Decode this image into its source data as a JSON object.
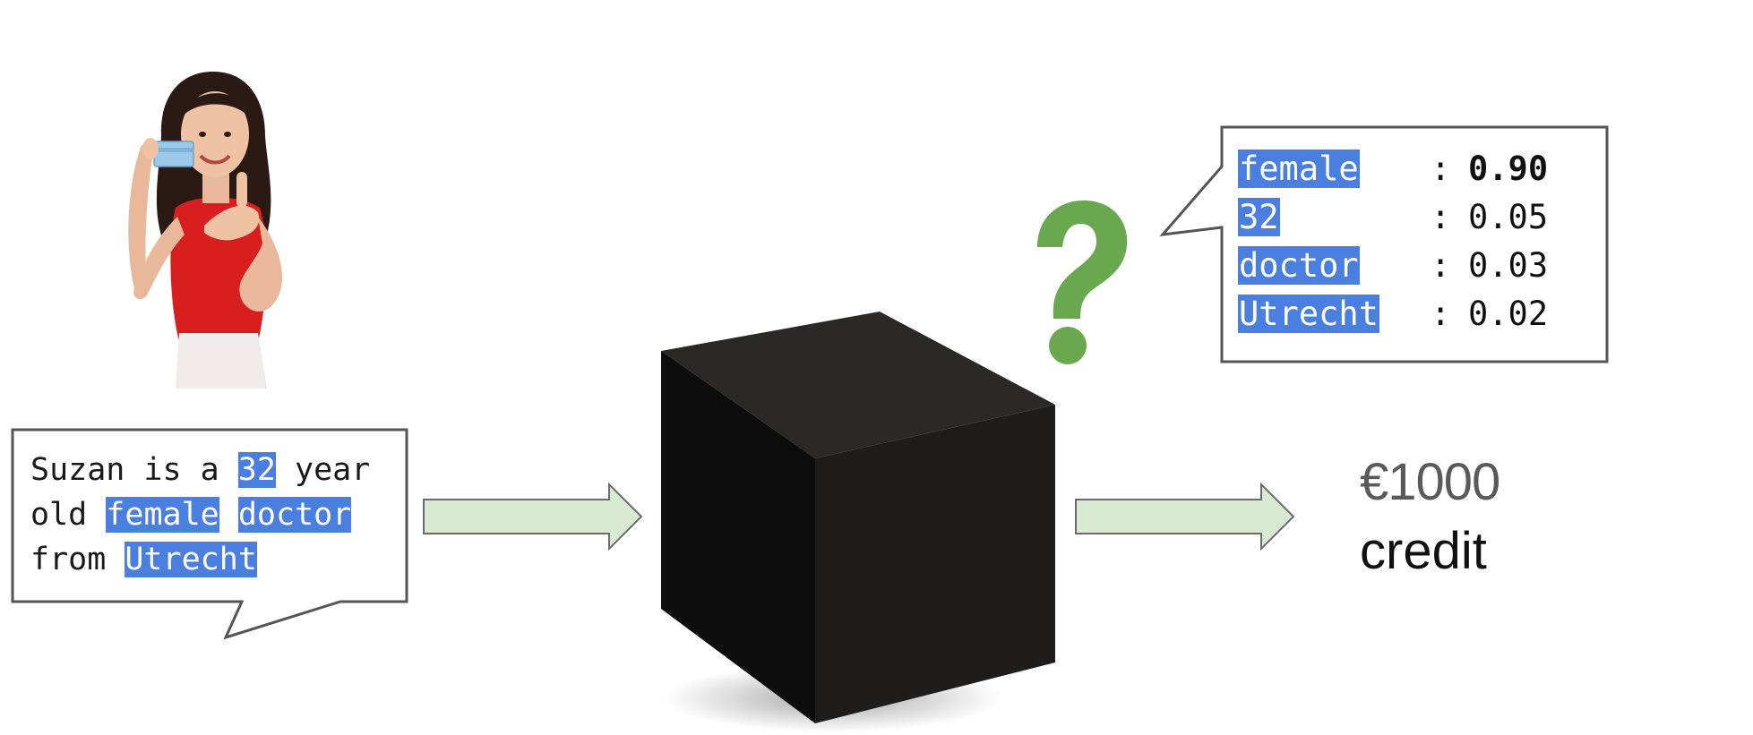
{
  "input_bubble": {
    "line1": {
      "pre": "Suzan is a ",
      "age": "32",
      "post": " year"
    },
    "line2": {
      "pre": "old ",
      "gender": "female",
      "mid": " ",
      "job": "doctor"
    },
    "line3": {
      "pre": "from ",
      "city": "Utrecht"
    }
  },
  "model": {
    "icon": "black-box-cube-icon",
    "unknown_icon": "question-mark-icon"
  },
  "attributions": [
    {
      "feature": "female",
      "sep": ":",
      "score": "0.90",
      "emphasis": true
    },
    {
      "feature": "32",
      "sep": ":",
      "score": "0.05",
      "emphasis": false
    },
    {
      "feature": "doctor",
      "sep": ":",
      "score": "0.03",
      "emphasis": false
    },
    {
      "feature": "Utrecht",
      "sep": ":",
      "score": "0.02",
      "emphasis": false
    }
  ],
  "output": {
    "amount": "€1000",
    "label": "credit"
  },
  "colors": {
    "highlight": "#4a7fe0",
    "arrow_fill": "#d9ead3",
    "arrow_stroke": "#6b6b6b",
    "question_mark": "#6aa84f",
    "bubble_border": "#555555",
    "cube_top": "#2a2926",
    "cube_left": "#0d0d0d",
    "cube_right": "#1e1d1b",
    "shirt": "#d81e1e"
  },
  "applicant_icon": "person-holding-credit-card-icon"
}
